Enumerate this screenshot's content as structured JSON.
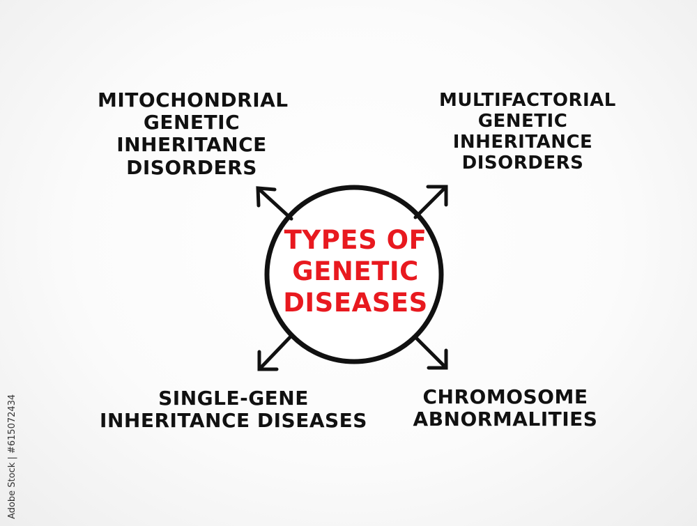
{
  "center": {
    "lines": [
      "TYPES OF",
      "GENETIC",
      "DISEASES"
    ],
    "color": "#e8191f"
  },
  "nodes": {
    "top_left": {
      "lines": [
        "MITOCHONDRIAL",
        "GENETIC",
        "INHERITANCE",
        "DISORDERS"
      ]
    },
    "top_right": {
      "lines": [
        "MULTIFACTORIAL",
        "GENETIC",
        "INHERITANCE",
        "DISORDERS"
      ]
    },
    "bottom_left": {
      "lines": [
        "SINGLE-GENE",
        "INHERITANCE DISEASES"
      ]
    },
    "bottom_right": {
      "lines": [
        "CHROMOSOME",
        "ABNORMALITIES"
      ]
    }
  },
  "colors": {
    "ink": "#111111",
    "accent": "#e8191f"
  },
  "watermark": {
    "stock_id": "Adobe Stock | #615072434"
  }
}
